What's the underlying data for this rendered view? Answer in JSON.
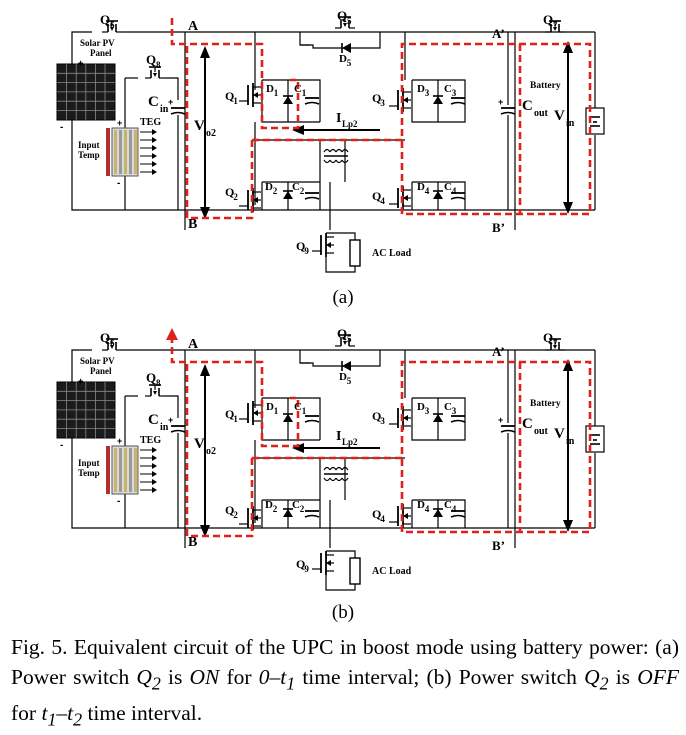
{
  "panels": [
    {
      "id": "a",
      "label": "(a)",
      "node_labels": {
        "A": "A",
        "B": "B",
        "A_prime": "A’",
        "B_prime": "B’",
        "Q1": "Q",
        "Q1_sub": "1",
        "Q2": "Q",
        "Q2_sub": "2",
        "Q3": "Q",
        "Q3_sub": "3",
        "Q4": "Q",
        "Q4_sub": "4",
        "Q5": "Q",
        "Q5_sub": "5",
        "Q6": "Q",
        "Q6_sub": "6",
        "Q7": "Q",
        "Q7_sub": "7",
        "Q8": "Q",
        "Q8_sub": "8",
        "Q9": "Q",
        "Q9_sub": "9",
        "D1": "D",
        "D1_sub": "1",
        "D2": "D",
        "D2_sub": "2",
        "D3": "D",
        "D3_sub": "3",
        "D4": "D",
        "D4_sub": "4",
        "D5": "D",
        "D5_sub": "5",
        "C1": "C",
        "C1_sub": "1",
        "C2": "C",
        "C2_sub": "2",
        "C3": "C",
        "C3_sub": "3",
        "C4": "C",
        "C4_sub": "4",
        "Cin": "C",
        "Cin_sub": "in",
        "Cout": "C",
        "Cout_sub": "out",
        "Vo2": "V",
        "Vo2_sub": "o2",
        "Vin": "V",
        "Vin_sub": "in",
        "ILp2": "I",
        "ILp2_sub": "Lp2",
        "solar_line1": "Solar PV",
        "solar_line2": "Panel",
        "teg": "TEG",
        "input_line1": "Input",
        "input_line2": "Temp",
        "battery": "Battery",
        "ac_load": "AC Load"
      }
    },
    {
      "id": "b",
      "label": "(b)",
      "node_labels": {
        "A": "A",
        "B": "B",
        "A_prime": "A’",
        "B_prime": "B’",
        "Q1": "Q",
        "Q1_sub": "1",
        "Q2": "Q",
        "Q2_sub": "2",
        "Q3": "Q",
        "Q3_sub": "3",
        "Q4": "Q",
        "Q4_sub": "4",
        "Q5": "Q",
        "Q5_sub": "5",
        "Q6": "Q",
        "Q6_sub": "6",
        "Q7": "Q",
        "Q7_sub": "7",
        "Q8": "Q",
        "Q8_sub": "8",
        "Q9": "Q",
        "Q9_sub": "9",
        "D1": "D",
        "D1_sub": "1",
        "D2": "D",
        "D2_sub": "2",
        "D3": "D",
        "D3_sub": "3",
        "D4": "D",
        "D4_sub": "4",
        "D5": "D",
        "D5_sub": "5",
        "C1": "C",
        "C1_sub": "1",
        "C2": "C",
        "C2_sub": "2",
        "C3": "C",
        "C3_sub": "3",
        "C4": "C",
        "C4_sub": "4",
        "Cin": "C",
        "Cin_sub": "in",
        "Cout": "C",
        "Cout_sub": "out",
        "Vo2": "V",
        "Vo2_sub": "o2",
        "Vin": "V",
        "Vin_sub": "in",
        "ILp2": "I",
        "ILp2_sub": "Lp2",
        "solar_line1": "Solar PV",
        "solar_line2": "Panel",
        "teg": "TEG",
        "input_line1": "Input",
        "input_line2": "Temp",
        "battery": "Battery",
        "ac_load": "AC Load"
      }
    }
  ],
  "caption": {
    "p1": "Fig. 5. Equivalent circuit of the UPC in boost mode using battery power: (a) Power switch ",
    "q2a": "Q",
    "q2a_sub": "2",
    "p2": " is ",
    "on": "ON",
    "p3": " for ",
    "t_interval1": "0–t",
    "t_interval1_sub": "1",
    "p4": " time interval; (b) Power switch ",
    "q2b": "Q",
    "q2b_sub": "2",
    "p5": " is ",
    "off": "OFF",
    "p6": " for ",
    "t_interval2a": "t",
    "t_interval2a_sub": "1",
    "t_interval2b": "–t",
    "t_interval2b_sub": "2",
    "p7": " time interval."
  },
  "colors": {
    "wire": "#000000",
    "current_path": "#e0201b"
  }
}
